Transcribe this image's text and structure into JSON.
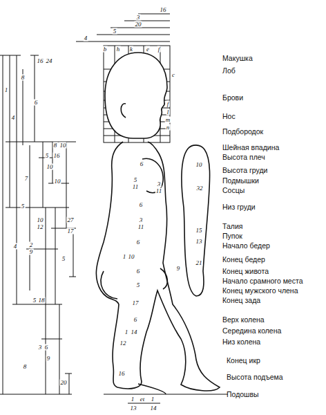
{
  "diagram": {
    "labels": [
      "Макушка",
      "Лоб",
      "Брови",
      "Нос",
      "Подбородок",
      "Шейная впадина",
      "Высота плеч",
      "Высота груди",
      "Подмышки",
      "Сосцы",
      "Низ груди",
      "Талия",
      "Пупок",
      "Начало бедер",
      "Конец бедер",
      "Конец живота",
      "Начало срамного места",
      "Конец мужского члена",
      "Конец зада",
      "Верх колена",
      "Середина колена",
      "Низ колена",
      "Конец икр",
      "Высота подъема",
      "Подошвы",
      "16",
      "3",
      "20",
      "5",
      "4",
      "b",
      "h",
      "k",
      "e",
      "f",
      "c",
      "f",
      "l",
      "m",
      "n",
      "16",
      "24",
      "8",
      "1",
      "6",
      "4",
      "8",
      "10",
      "5",
      "16",
      "10",
      "7",
      "10",
      "5",
      "10",
      "12",
      "27",
      "17",
      "2",
      "9",
      "4",
      "5",
      "5",
      "18",
      "3",
      "6",
      "9",
      "8",
      "20",
      "6",
      "5",
      "11",
      "6",
      "3",
      "11",
      "6",
      "1",
      "10",
      "6",
      "5",
      "17",
      "6",
      "1",
      "14",
      "10",
      "32",
      "15",
      "13",
      "21",
      "9",
      "3",
      "11",
      "12",
      "16",
      "1",
      "et",
      "1",
      "13",
      "14"
    ]
  }
}
